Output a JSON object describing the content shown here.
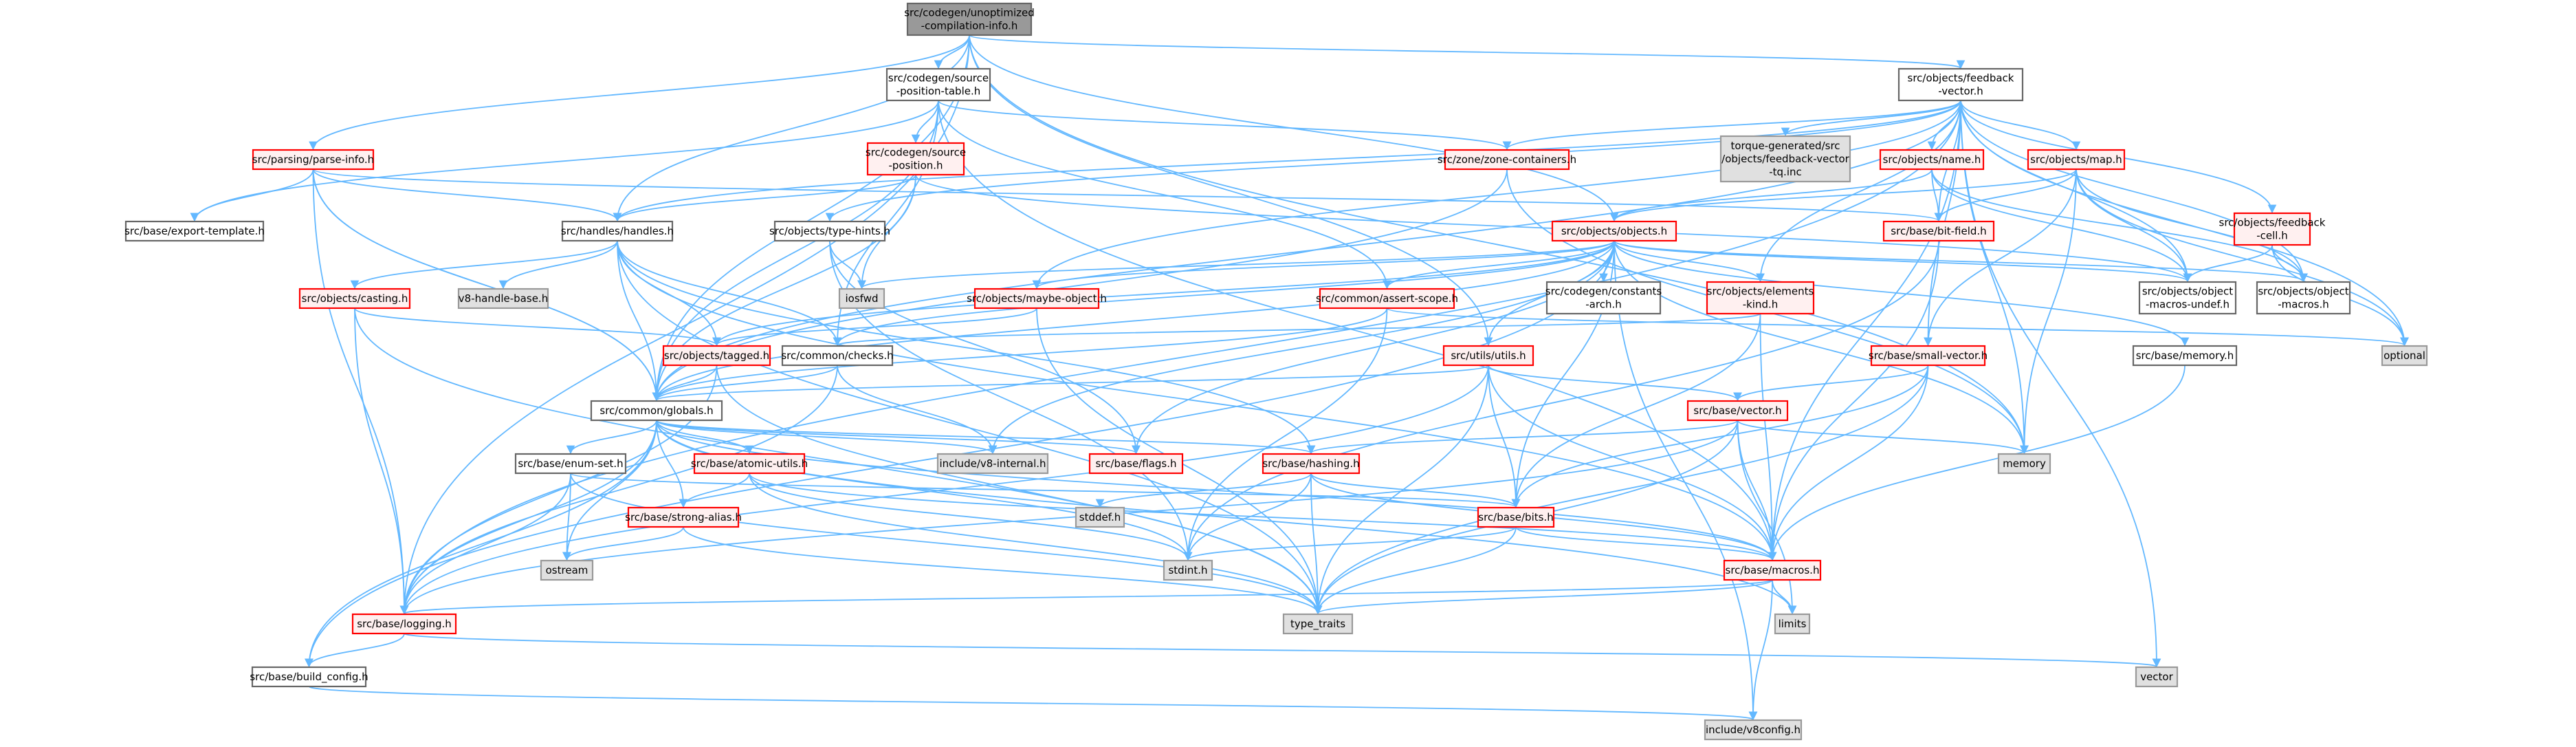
{
  "graph": {
    "title": "src/codegen/unoptimized-compilation-info.h",
    "colors": {
      "edge": "#63b8ff",
      "root_fill": "#999999",
      "root_stroke": "#666666",
      "normal_fill": "#ffffff",
      "normal_stroke": "#666666",
      "red_fill": "#fff0f0",
      "red_stroke": "#ff0000",
      "system_fill": "#e0e0e0",
      "system_stroke": "#999999"
    },
    "nodes": [
      {
        "id": "root",
        "lines": [
          "src/codegen/unoptimized",
          "-compilation-info.h"
        ],
        "style": "root"
      },
      {
        "id": "spt",
        "lines": [
          "src/codegen/source",
          "-position-table.h"
        ],
        "style": "normal"
      },
      {
        "id": "fv",
        "lines": [
          "src/objects/feedback",
          "-vector.h"
        ],
        "style": "normal"
      },
      {
        "id": "ppi",
        "lines": [
          "src/parsing/parse-info.h"
        ],
        "style": "red"
      },
      {
        "id": "sp",
        "lines": [
          "src/codegen/source",
          "-position.h"
        ],
        "style": "red"
      },
      {
        "id": "tg",
        "lines": [
          "torque-generated/src",
          "/objects/feedback-vector",
          "-tq.inc"
        ],
        "style": "system"
      },
      {
        "id": "name",
        "lines": [
          "src/objects/name.h"
        ],
        "style": "red"
      },
      {
        "id": "map",
        "lines": [
          "src/objects/map.h"
        ],
        "style": "red"
      },
      {
        "id": "zc",
        "lines": [
          "src/zone/zone-containers.h"
        ],
        "style": "red"
      },
      {
        "id": "et",
        "lines": [
          "src/base/export-template.h"
        ],
        "style": "normal"
      },
      {
        "id": "hh",
        "lines": [
          "src/handles/handles.h"
        ],
        "style": "normal"
      },
      {
        "id": "th",
        "lines": [
          "src/objects/type-hints.h"
        ],
        "style": "normal"
      },
      {
        "id": "obj",
        "lines": [
          "src/objects/objects.h"
        ],
        "style": "red"
      },
      {
        "id": "bf",
        "lines": [
          "src/base/bit-field.h"
        ],
        "style": "red"
      },
      {
        "id": "fc",
        "lines": [
          "src/objects/feedback",
          "-cell.h"
        ],
        "style": "red"
      },
      {
        "id": "cast",
        "lines": [
          "src/objects/casting.h"
        ],
        "style": "red"
      },
      {
        "id": "v8hb",
        "lines": [
          "v8-handle-base.h"
        ],
        "style": "system"
      },
      {
        "id": "iosfwd",
        "lines": [
          "iosfwd"
        ],
        "style": "system"
      },
      {
        "id": "mo",
        "lines": [
          "src/objects/maybe-object.h"
        ],
        "style": "red"
      },
      {
        "id": "as",
        "lines": [
          "src/common/assert-scope.h"
        ],
        "style": "red"
      },
      {
        "id": "ca",
        "lines": [
          "src/codegen/constants",
          "-arch.h"
        ],
        "style": "normal"
      },
      {
        "id": "ek",
        "lines": [
          "src/objects/elements",
          "-kind.h"
        ],
        "style": "red"
      },
      {
        "id": "omu",
        "lines": [
          "src/objects/object",
          "-macros-undef.h"
        ],
        "style": "normal"
      },
      {
        "id": "om",
        "lines": [
          "src/objects/object",
          "-macros.h"
        ],
        "style": "normal"
      },
      {
        "id": "opt",
        "lines": [
          "optional"
        ],
        "style": "system"
      },
      {
        "id": "tagged",
        "lines": [
          "src/objects/tagged.h"
        ],
        "style": "red"
      },
      {
        "id": "checks",
        "lines": [
          "src/common/checks.h"
        ],
        "style": "normal"
      },
      {
        "id": "uu",
        "lines": [
          "src/utils/utils.h"
        ],
        "style": "red"
      },
      {
        "id": "sv",
        "lines": [
          "src/base/small-vector.h"
        ],
        "style": "red"
      },
      {
        "id": "bmem",
        "lines": [
          "src/base/memory.h"
        ],
        "style": "normal"
      },
      {
        "id": "glob",
        "lines": [
          "src/common/globals.h"
        ],
        "style": "normal"
      },
      {
        "id": "vec",
        "lines": [
          "src/base/vector.h"
        ],
        "style": "red"
      },
      {
        "id": "mem",
        "lines": [
          "memory"
        ],
        "style": "system"
      },
      {
        "id": "es",
        "lines": [
          "src/base/enum-set.h"
        ],
        "style": "normal"
      },
      {
        "id": "au",
        "lines": [
          "src/base/atomic-utils.h"
        ],
        "style": "red"
      },
      {
        "id": "v8i",
        "lines": [
          "include/v8-internal.h"
        ],
        "style": "system"
      },
      {
        "id": "flags",
        "lines": [
          "src/base/flags.h"
        ],
        "style": "red"
      },
      {
        "id": "hash",
        "lines": [
          "src/base/hashing.h"
        ],
        "style": "red"
      },
      {
        "id": "stddef",
        "lines": [
          "stddef.h"
        ],
        "style": "system"
      },
      {
        "id": "sa",
        "lines": [
          "src/base/strong-alias.h"
        ],
        "style": "red"
      },
      {
        "id": "bits",
        "lines": [
          "src/base/bits.h"
        ],
        "style": "red"
      },
      {
        "id": "ostream",
        "lines": [
          "ostream"
        ],
        "style": "system"
      },
      {
        "id": "stdint",
        "lines": [
          "stdint.h"
        ],
        "style": "system"
      },
      {
        "id": "macros",
        "lines": [
          "src/base/macros.h"
        ],
        "style": "red"
      },
      {
        "id": "log",
        "lines": [
          "src/base/logging.h"
        ],
        "style": "red"
      },
      {
        "id": "tt",
        "lines": [
          "type_traits"
        ],
        "style": "system"
      },
      {
        "id": "limits",
        "lines": [
          "limits"
        ],
        "style": "system"
      },
      {
        "id": "bc",
        "lines": [
          "src/base/build_config.h"
        ],
        "style": "normal"
      },
      {
        "id": "vector",
        "lines": [
          "vector"
        ],
        "style": "system"
      },
      {
        "id": "v8cfg",
        "lines": [
          "include/v8config.h"
        ],
        "style": "system"
      }
    ],
    "edges": [
      [
        "root",
        "spt"
      ],
      [
        "root",
        "fv"
      ],
      [
        "root",
        "ppi"
      ],
      [
        "root",
        "hh"
      ],
      [
        "root",
        "glob"
      ],
      [
        "root",
        "log"
      ],
      [
        "root",
        "uu"
      ],
      [
        "root",
        "mem"
      ],
      [
        "root",
        "obj"
      ],
      [
        "spt",
        "sp"
      ],
      [
        "spt",
        "zc"
      ],
      [
        "spt",
        "et"
      ],
      [
        "spt",
        "glob"
      ],
      [
        "spt",
        "checks"
      ],
      [
        "spt",
        "as"
      ],
      [
        "spt",
        "macros"
      ],
      [
        "fv",
        "tg"
      ],
      [
        "fv",
        "name"
      ],
      [
        "fv",
        "map"
      ],
      [
        "fv",
        "zc"
      ],
      [
        "fv",
        "fc"
      ],
      [
        "fv",
        "bf"
      ],
      [
        "fv",
        "omu"
      ],
      [
        "fv",
        "om"
      ],
      [
        "fv",
        "opt"
      ],
      [
        "fv",
        "th"
      ],
      [
        "fv",
        "glob"
      ],
      [
        "fv",
        "log"
      ],
      [
        "fv",
        "mo"
      ],
      [
        "fv",
        "ek"
      ],
      [
        "fv",
        "sv"
      ],
      [
        "fv",
        "vector"
      ],
      [
        "fv",
        "macros"
      ],
      [
        "fv",
        "mem"
      ],
      [
        "fv",
        "hh"
      ],
      [
        "ppi",
        "et"
      ],
      [
        "ppi",
        "hh"
      ],
      [
        "ppi",
        "glob"
      ],
      [
        "ppi",
        "log"
      ],
      [
        "ppi",
        "bf"
      ],
      [
        "ppi",
        "glob"
      ],
      [
        "sp",
        "hh"
      ],
      [
        "sp",
        "iosfwd"
      ],
      [
        "sp",
        "glob"
      ],
      [
        "sp",
        "omu"
      ],
      [
        "name",
        "obj"
      ],
      [
        "name",
        "bf"
      ],
      [
        "name",
        "omu"
      ],
      [
        "name",
        "om"
      ],
      [
        "map",
        "obj"
      ],
      [
        "map",
        "bf"
      ],
      [
        "map",
        "omu"
      ],
      [
        "map",
        "om"
      ],
      [
        "map",
        "opt"
      ],
      [
        "map",
        "sv"
      ],
      [
        "map",
        "mem"
      ],
      [
        "zc",
        "glob"
      ],
      [
        "zc",
        "mem"
      ],
      [
        "hh",
        "cast"
      ],
      [
        "hh",
        "v8hb"
      ],
      [
        "hh",
        "tagged"
      ],
      [
        "hh",
        "checks"
      ],
      [
        "hh",
        "glob"
      ],
      [
        "hh",
        "hash"
      ],
      [
        "hh",
        "tt"
      ],
      [
        "hh",
        "macros"
      ],
      [
        "th",
        "iosfwd"
      ],
      [
        "th",
        "flags"
      ],
      [
        "th",
        "stdint"
      ],
      [
        "obj",
        "iosfwd"
      ],
      [
        "obj",
        "mo"
      ],
      [
        "obj",
        "as"
      ],
      [
        "obj",
        "ca"
      ],
      [
        "obj",
        "ek"
      ],
      [
        "obj",
        "omu"
      ],
      [
        "obj",
        "om"
      ],
      [
        "obj",
        "tagged"
      ],
      [
        "obj",
        "checks"
      ],
      [
        "obj",
        "uu"
      ],
      [
        "obj",
        "bits"
      ],
      [
        "obj",
        "flags"
      ],
      [
        "obj",
        "v8i"
      ],
      [
        "obj",
        "bmem"
      ],
      [
        "obj",
        "v8cfg"
      ],
      [
        "obj",
        "glob"
      ],
      [
        "obj",
        "bc"
      ],
      [
        "obj",
        "mem"
      ],
      [
        "bf",
        "stdint"
      ],
      [
        "bf",
        "macros"
      ],
      [
        "fc",
        "omu"
      ],
      [
        "fc",
        "om"
      ],
      [
        "fc",
        "opt"
      ],
      [
        "cast",
        "tagged"
      ],
      [
        "cast",
        "log"
      ],
      [
        "cast",
        "tt"
      ],
      [
        "mo",
        "tagged"
      ],
      [
        "mo",
        "tt"
      ],
      [
        "as",
        "glob"
      ],
      [
        "as",
        "stdint"
      ],
      [
        "as",
        "opt"
      ],
      [
        "ek",
        "bits"
      ],
      [
        "ek",
        "macros"
      ],
      [
        "ek",
        "checks"
      ],
      [
        "tagged",
        "glob"
      ],
      [
        "tagged",
        "log"
      ],
      [
        "tagged",
        "tt"
      ],
      [
        "checks",
        "glob"
      ],
      [
        "checks",
        "v8i"
      ],
      [
        "checks",
        "log"
      ],
      [
        "uu",
        "vec"
      ],
      [
        "uu",
        "bits"
      ],
      [
        "uu",
        "macros"
      ],
      [
        "uu",
        "glob"
      ],
      [
        "uu",
        "log"
      ],
      [
        "uu",
        "tt"
      ],
      [
        "sv",
        "vec"
      ],
      [
        "sv",
        "macros"
      ],
      [
        "sv",
        "bits"
      ],
      [
        "sv",
        "tt"
      ],
      [
        "bmem",
        "macros"
      ],
      [
        "glob",
        "es"
      ],
      [
        "glob",
        "au"
      ],
      [
        "glob",
        "sa"
      ],
      [
        "glob",
        "v8i"
      ],
      [
        "glob",
        "flags"
      ],
      [
        "glob",
        "hash"
      ],
      [
        "glob",
        "ostream"
      ],
      [
        "glob",
        "stdint"
      ],
      [
        "glob",
        "macros"
      ],
      [
        "glob",
        "log"
      ],
      [
        "glob",
        "limits"
      ],
      [
        "glob",
        "bc"
      ],
      [
        "vec",
        "hash"
      ],
      [
        "vec",
        "macros"
      ],
      [
        "vec",
        "mem"
      ],
      [
        "vec",
        "limits"
      ],
      [
        "vec",
        "tt"
      ],
      [
        "vec",
        "log"
      ],
      [
        "es",
        "ostream"
      ],
      [
        "es",
        "log"
      ],
      [
        "es",
        "tt"
      ],
      [
        "es",
        "bits"
      ],
      [
        "au",
        "sa"
      ],
      [
        "au",
        "stdint"
      ],
      [
        "au",
        "macros"
      ],
      [
        "au",
        "tt"
      ],
      [
        "hash",
        "bits"
      ],
      [
        "hash",
        "stddef"
      ],
      [
        "hash",
        "stdint"
      ],
      [
        "hash",
        "macros"
      ],
      [
        "hash",
        "tt"
      ],
      [
        "sa",
        "ostream"
      ],
      [
        "sa",
        "tt"
      ],
      [
        "bits",
        "macros"
      ],
      [
        "bits",
        "stdint"
      ],
      [
        "bits",
        "tt"
      ],
      [
        "macros",
        "limits"
      ],
      [
        "macros",
        "tt"
      ],
      [
        "macros",
        "log"
      ],
      [
        "macros",
        "v8cfg"
      ],
      [
        "log",
        "bc"
      ],
      [
        "log",
        "vector"
      ],
      [
        "bc",
        "v8cfg"
      ]
    ]
  }
}
